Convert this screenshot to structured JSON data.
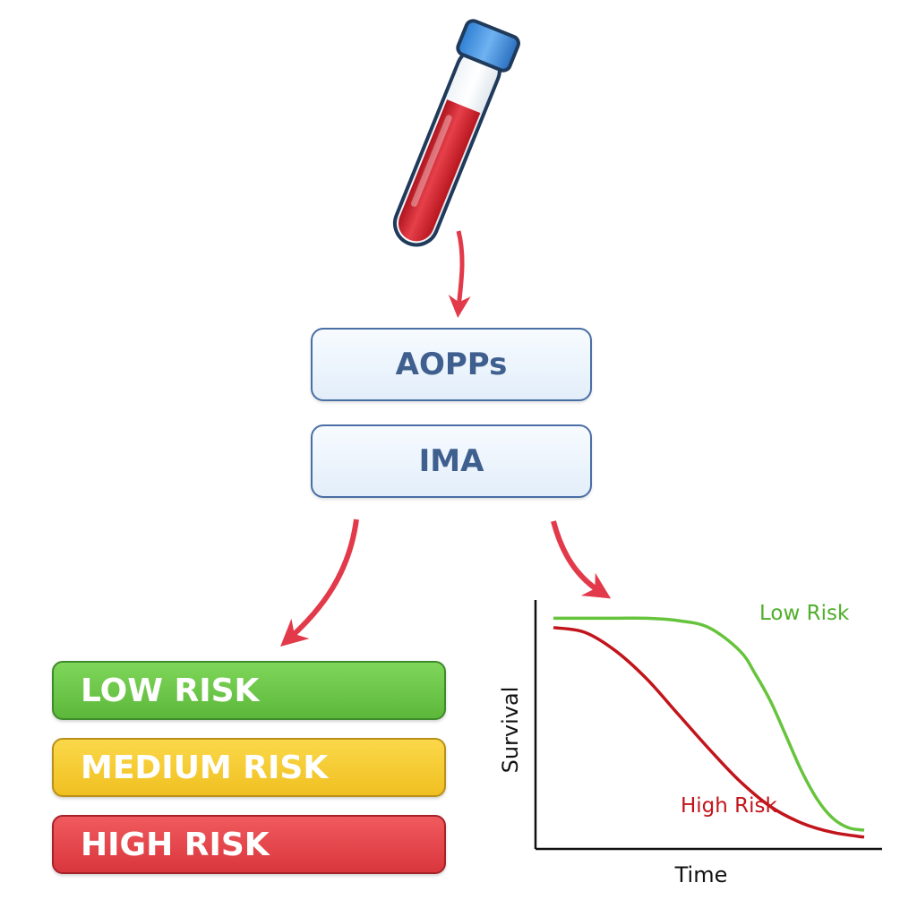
{
  "markers": [
    {
      "label": "AOPPs"
    },
    {
      "label": "IMA"
    }
  ],
  "risk_levels": [
    {
      "label": "LOW RISK",
      "color": "#6cc84a"
    },
    {
      "label": "MEDIUM RISK",
      "color": "#f6cf35"
    },
    {
      "label": "HIGH RISK",
      "color": "#e5474d"
    }
  ],
  "colors": {
    "arrow": "#e23a4a",
    "tube_blood": "#d6303a",
    "tube_cap": "#3f8fe0",
    "box_border": "#4a6fa5",
    "low_curve": "#66c43c",
    "high_curve": "#c2151b"
  },
  "chart_data": {
    "type": "line",
    "xlabel": "Time",
    "ylabel": "Survival",
    "series": [
      {
        "name": "Low Risk",
        "color": "#66c43c",
        "x": [
          0,
          10,
          20,
          30,
          40,
          50,
          60,
          65,
          70,
          75,
          80,
          85,
          90,
          95,
          100
        ],
        "y": [
          0.96,
          0.96,
          0.96,
          0.96,
          0.95,
          0.92,
          0.82,
          0.72,
          0.6,
          0.45,
          0.3,
          0.18,
          0.1,
          0.06,
          0.05
        ]
      },
      {
        "name": "High Risk",
        "color": "#c2151b",
        "x": [
          0,
          10,
          20,
          30,
          40,
          50,
          60,
          70,
          80,
          90,
          100
        ],
        "y": [
          0.92,
          0.9,
          0.82,
          0.7,
          0.55,
          0.4,
          0.26,
          0.15,
          0.08,
          0.04,
          0.02
        ]
      }
    ],
    "series_labels": [
      "Low Risk",
      "High Risk"
    ]
  }
}
